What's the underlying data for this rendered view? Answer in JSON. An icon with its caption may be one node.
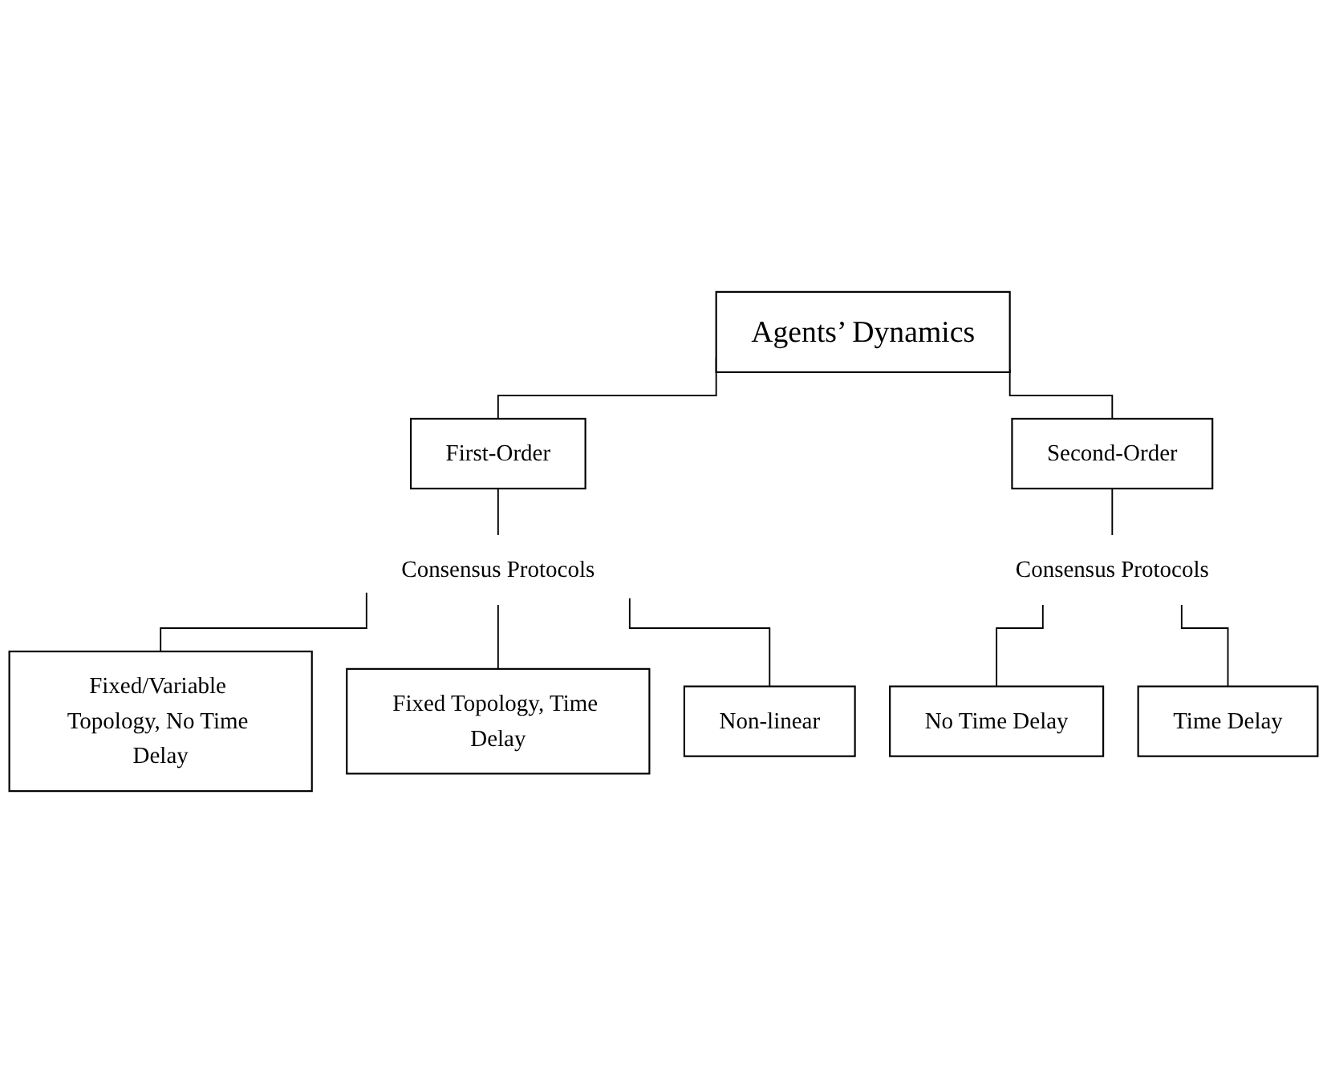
{
  "diagram": {
    "nodes": [
      {
        "text": [
          "Agents’ Dynamics"
        ]
      },
      {
        "text": [
          "First-Order"
        ]
      },
      {
        "text": [
          "Second-Order"
        ]
      },
      {
        "text": [
          "Consensus Protocols"
        ]
      },
      {
        "text": [
          "Consensus Protocols"
        ]
      },
      {
        "text": [
          "Fixed/Variable Topology, No Time Delay"
        ]
      },
      {
        "text": [
          "Fixed Topology, Time Delay"
        ]
      },
      {
        "text": [
          "Non-linear"
        ]
      },
      {
        "text": [
          "No Time Delay"
        ]
      },
      {
        "text": [
          "Time Delay"
        ]
      }
    ],
    "edges": [
      {
        "from": 0,
        "to": 1,
        "arrow": "none"
      },
      {
        "from": 0,
        "to": 2,
        "arrow": "none"
      },
      {
        "from": 1,
        "to": 3,
        "arrow": "none"
      },
      {
        "from": 2,
        "to": 4,
        "arrow": "none"
      },
      {
        "from": 3,
        "to": 5,
        "arrow": "none"
      },
      {
        "from": 3,
        "to": 6,
        "arrow": "none"
      },
      {
        "from": 3,
        "to": 7,
        "arrow": "none"
      },
      {
        "from": 4,
        "to": 8,
        "arrow": "none"
      },
      {
        "from": 4,
        "to": 9,
        "arrow": "none"
      }
    ]
  }
}
